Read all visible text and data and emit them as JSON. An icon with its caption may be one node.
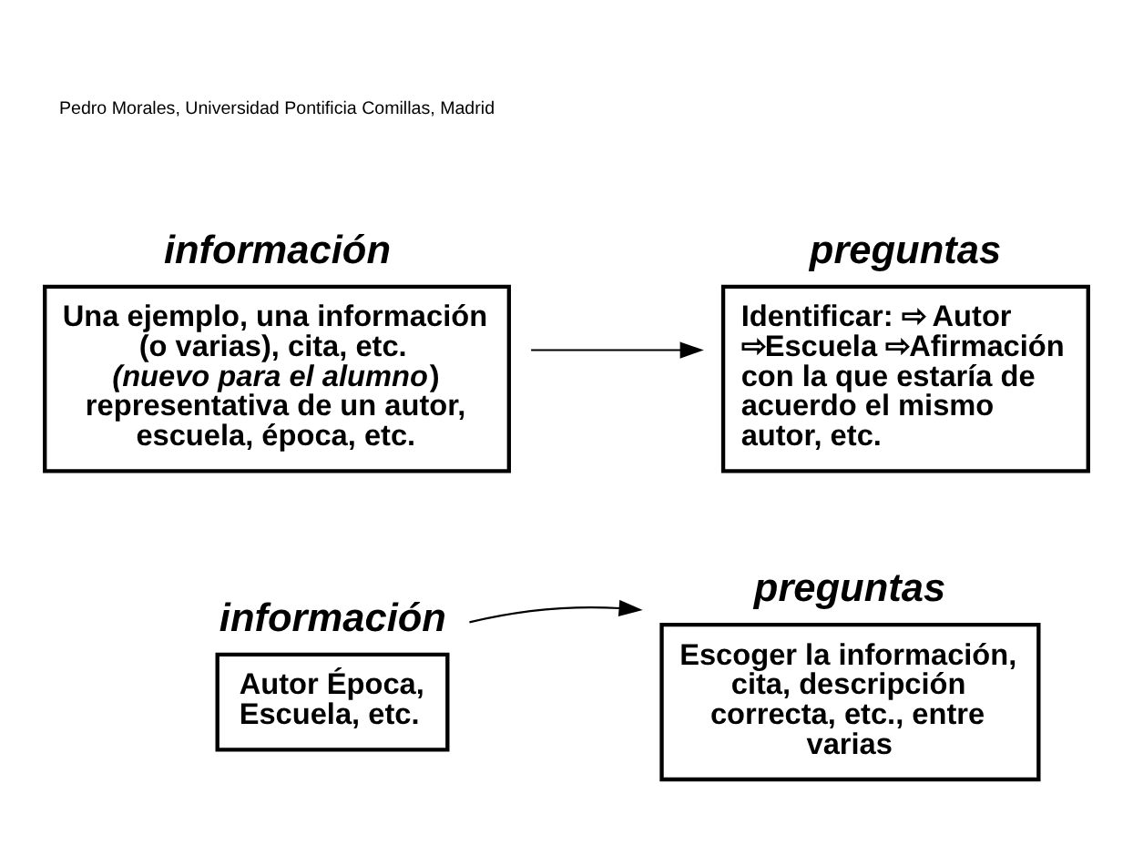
{
  "diagram": {
    "nodes": [
      {
        "text": [
          "información",
          "Una ejemplo, una información (o varias), cita, etc. *(nuevo para el alumno*) representativa de un autor, escuela, época, etc."
        ]
      },
      {
        "text": [
          "preguntas",
          "Identificar: ⇨ Autor ⇨Escuela ⇨Afirmación con la que estaría de acuerdo el mismo autor, etc."
        ]
      },
      {
        "text": [
          "preguntas",
          "Escoger la información, cita, descripción correcta, etc., entre varias"
        ]
      },
      {
        "text": [
          "información",
          "Autor Época, Escuela, etc."
        ]
      }
    ],
    "edges": [
      {
        "from": 0,
        "to": 1,
        "arrow": "to"
      },
      {
        "from": 3,
        "to": 2,
        "arrow": "to"
      }
    ],
    "labels": [
      "Pedro Morales, Universidad Pontificia Comillas, Madrid"
    ]
  }
}
